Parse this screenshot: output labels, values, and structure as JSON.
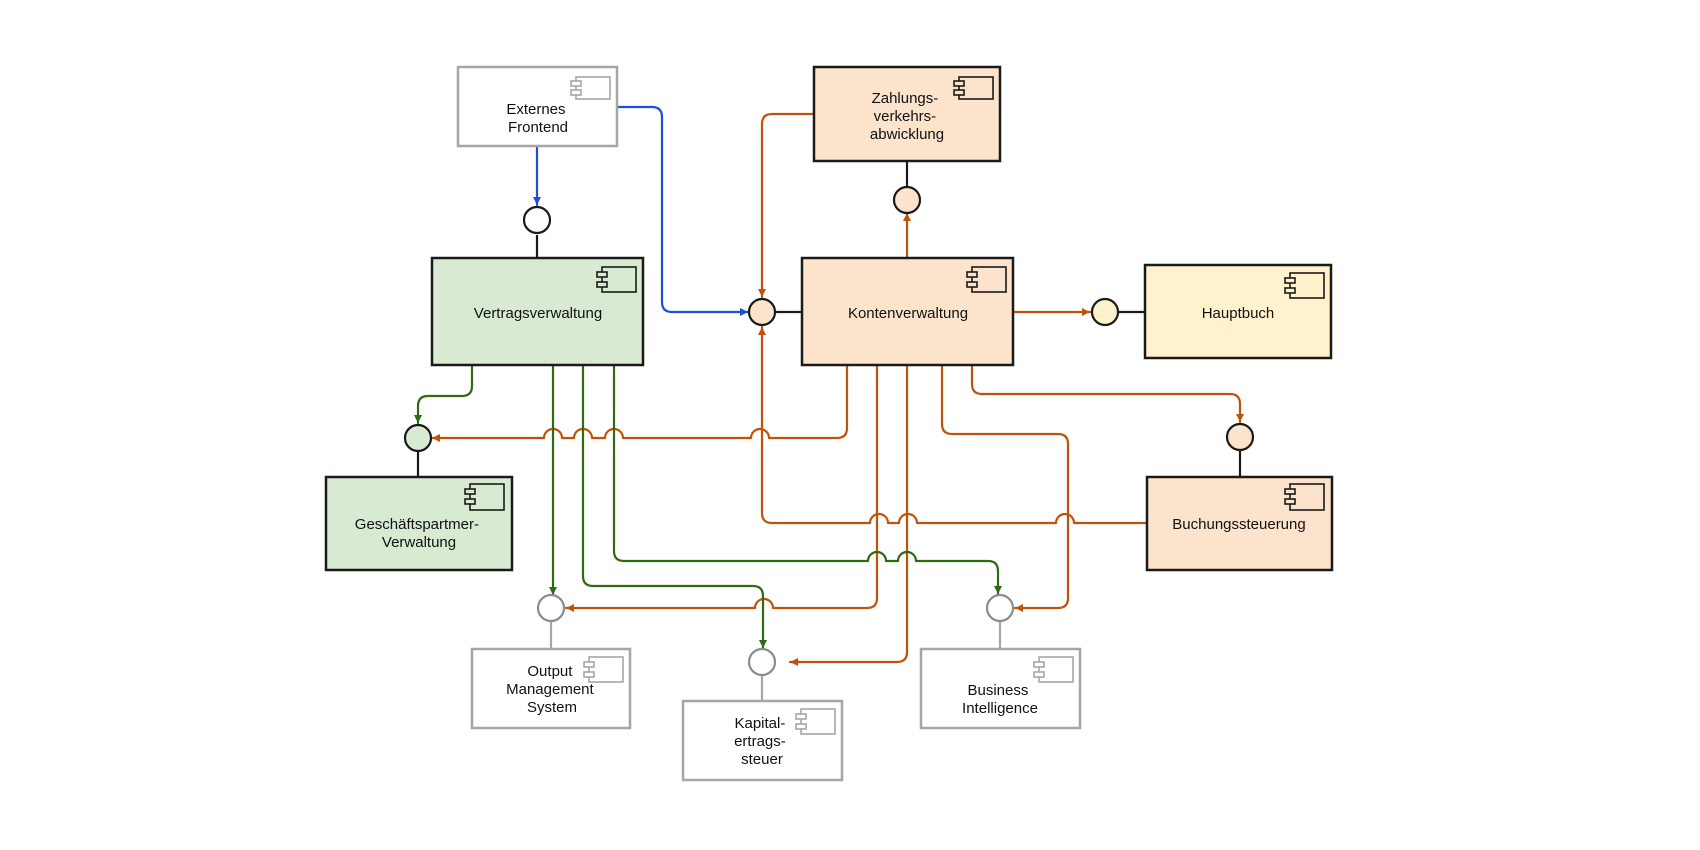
{
  "diagram": {
    "colors": {
      "green_box": "#d9ead3",
      "peach_box": "#fce4cc",
      "yellow_box": "#fff2cc",
      "white_box": "#ffffff",
      "gray_border": "#a6a6a6",
      "dark_border": "#1a1a1a",
      "blue_line": "#1f4fd8",
      "green_line": "#2e6b12",
      "orange_line": "#c0520a"
    },
    "components": [
      {
        "id": "externes-frontend",
        "lines": [
          "Externes",
          "Frontend"
        ],
        "style": "white"
      },
      {
        "id": "zahlungsverkehrsabwicklung",
        "lines": [
          "Zahlungs-",
          "verkehrs-",
          "abwicklung"
        ],
        "style": "peach"
      },
      {
        "id": "vertragsverwaltung",
        "lines": [
          "Vertragsverwaltung"
        ],
        "style": "green"
      },
      {
        "id": "kontenverwaltung",
        "lines": [
          "Kontenverwaltung"
        ],
        "style": "peach"
      },
      {
        "id": "hauptbuch",
        "lines": [
          "Hauptbuch"
        ],
        "style": "yellow"
      },
      {
        "id": "geschaeftspartner-verwaltung",
        "lines": [
          "Geschäftspartmer-",
          "Verwaltung"
        ],
        "style": "green"
      },
      {
        "id": "buchungssteuerung",
        "lines": [
          "Buchungssteuerung"
        ],
        "style": "peach"
      },
      {
        "id": "output-management-system",
        "lines": [
          "Output",
          "Management",
          "System"
        ],
        "style": "white"
      },
      {
        "id": "kapitalertragssteuer",
        "lines": [
          "Kapital-",
          "ertrags-",
          "steuer"
        ],
        "style": "white"
      },
      {
        "id": "business-intelligence",
        "lines": [
          "Business",
          "Intelligence"
        ],
        "style": "white"
      }
    ]
  }
}
